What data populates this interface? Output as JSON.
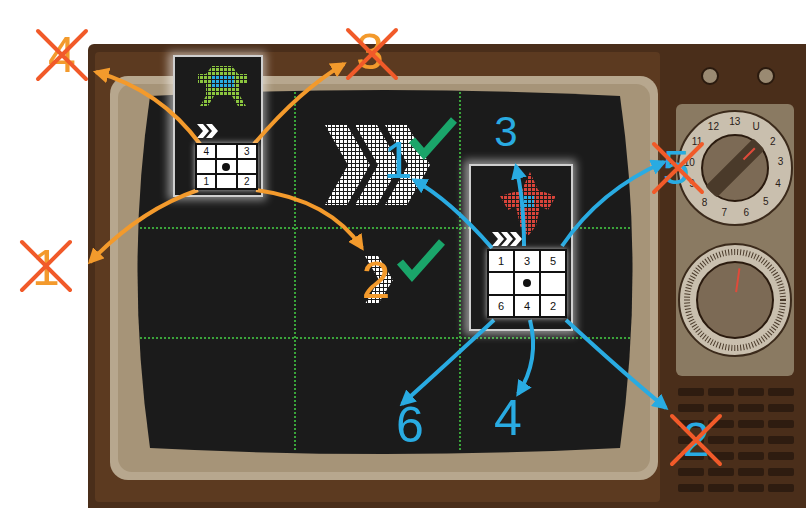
{
  "diagram": {
    "nodes": [
      {
        "text": [
          "4",
          "3",
          "1",
          "2"
        ]
      },
      {
        "text": [
          "1",
          "3",
          "5",
          "6",
          "4",
          "2"
        ]
      }
    ],
    "labels": [
      "4",
      "3",
      "1",
      "3",
      "5",
      "1",
      "2",
      "6",
      "4",
      "2",
      "12",
      "13",
      "U",
      "2",
      "3",
      "4",
      "5",
      "6",
      "7",
      "8",
      "9",
      "10",
      "11"
    ]
  }
}
